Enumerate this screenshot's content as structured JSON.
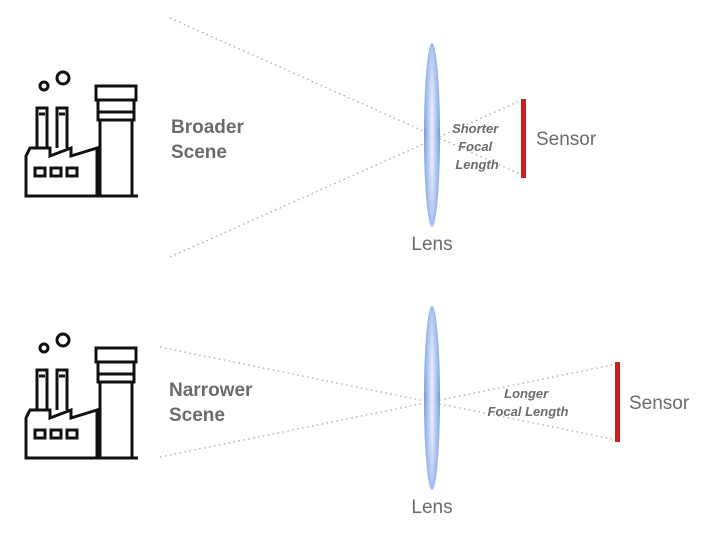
{
  "panels": {
    "top": {
      "scene_lines": [
        "Broader",
        "Scene"
      ],
      "focal_lines": [
        "Shorter",
        "Focal",
        "Length"
      ],
      "sensor_label": "Sensor",
      "lens_label": "Lens"
    },
    "bottom": {
      "scene_lines": [
        "Narrower",
        "Scene"
      ],
      "focal_lines": [
        "Longer",
        "Focal Length"
      ],
      "sensor_label": "Sensor",
      "lens_label": "Lens"
    }
  },
  "colors": {
    "sensor": "#cc1f1f",
    "lens_edge": "#6f9ae0",
    "lens_center": "#e8effb",
    "ray": "#a9a9a9",
    "label": "#6b6b6b",
    "icon": "#111111"
  },
  "icons": {
    "scene": "factory-icon"
  }
}
